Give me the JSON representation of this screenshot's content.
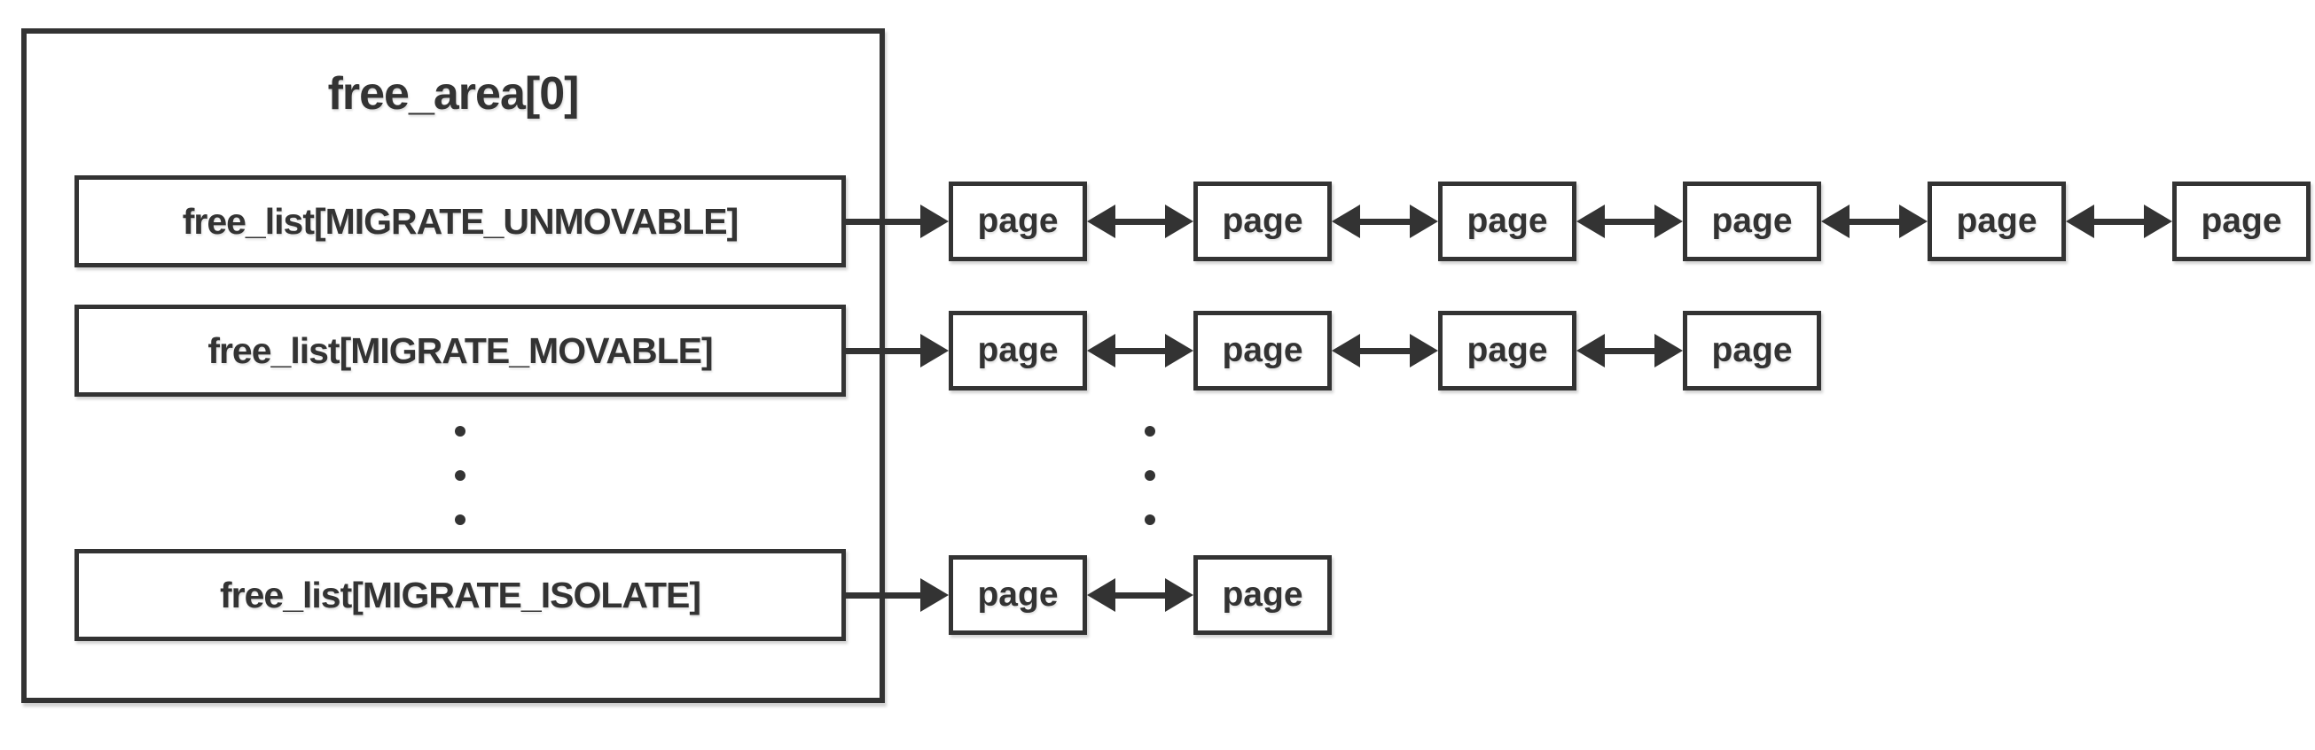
{
  "colors": {
    "ink": "#333333",
    "background": "#ffffff"
  },
  "free_area": {
    "title": "free_area[0]",
    "rows": [
      {
        "label": "free_list[MIGRATE_UNMOVABLE]",
        "pages": [
          "page",
          "page",
          "page",
          "page",
          "page",
          "page"
        ]
      },
      {
        "label": "free_list[MIGRATE_MOVABLE]",
        "pages": [
          "page",
          "page",
          "page",
          "page"
        ]
      },
      {
        "label": "free_list[MIGRATE_ISOLATE]",
        "pages": [
          "page",
          "page"
        ]
      }
    ],
    "ellipsis_dot_count": 3
  }
}
